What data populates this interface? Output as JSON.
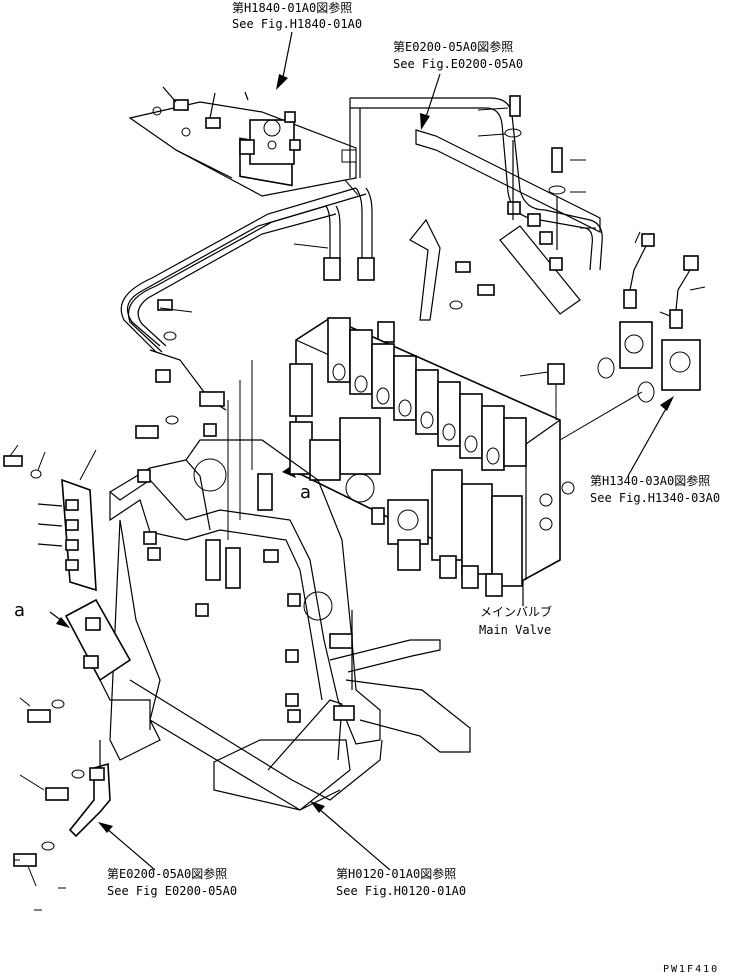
{
  "references": {
    "top_jp": "第H1840-01A0図参照",
    "top_en": "See Fig.H1840-01A0",
    "upper_right_jp": "第E0200-05A0図参照",
    "upper_right_en": "See Fig.E0200-05A0",
    "right_jp": "第H1340-03A0図参照",
    "right_en": "See Fig.H1340-03A0",
    "bottom_left_jp": "第E0200-05A0図参照",
    "bottom_left_en": "See Fig E0200-05A0",
    "bottom_center_jp": "第H0120-01A0図参照",
    "bottom_center_en": "See Fig.H0120-01A0"
  },
  "main_valve": {
    "jp": "メインバルブ",
    "en": "Main Valve"
  },
  "markers": {
    "a1": "a",
    "a2": "a"
  },
  "drawing_code": "PW1F410"
}
